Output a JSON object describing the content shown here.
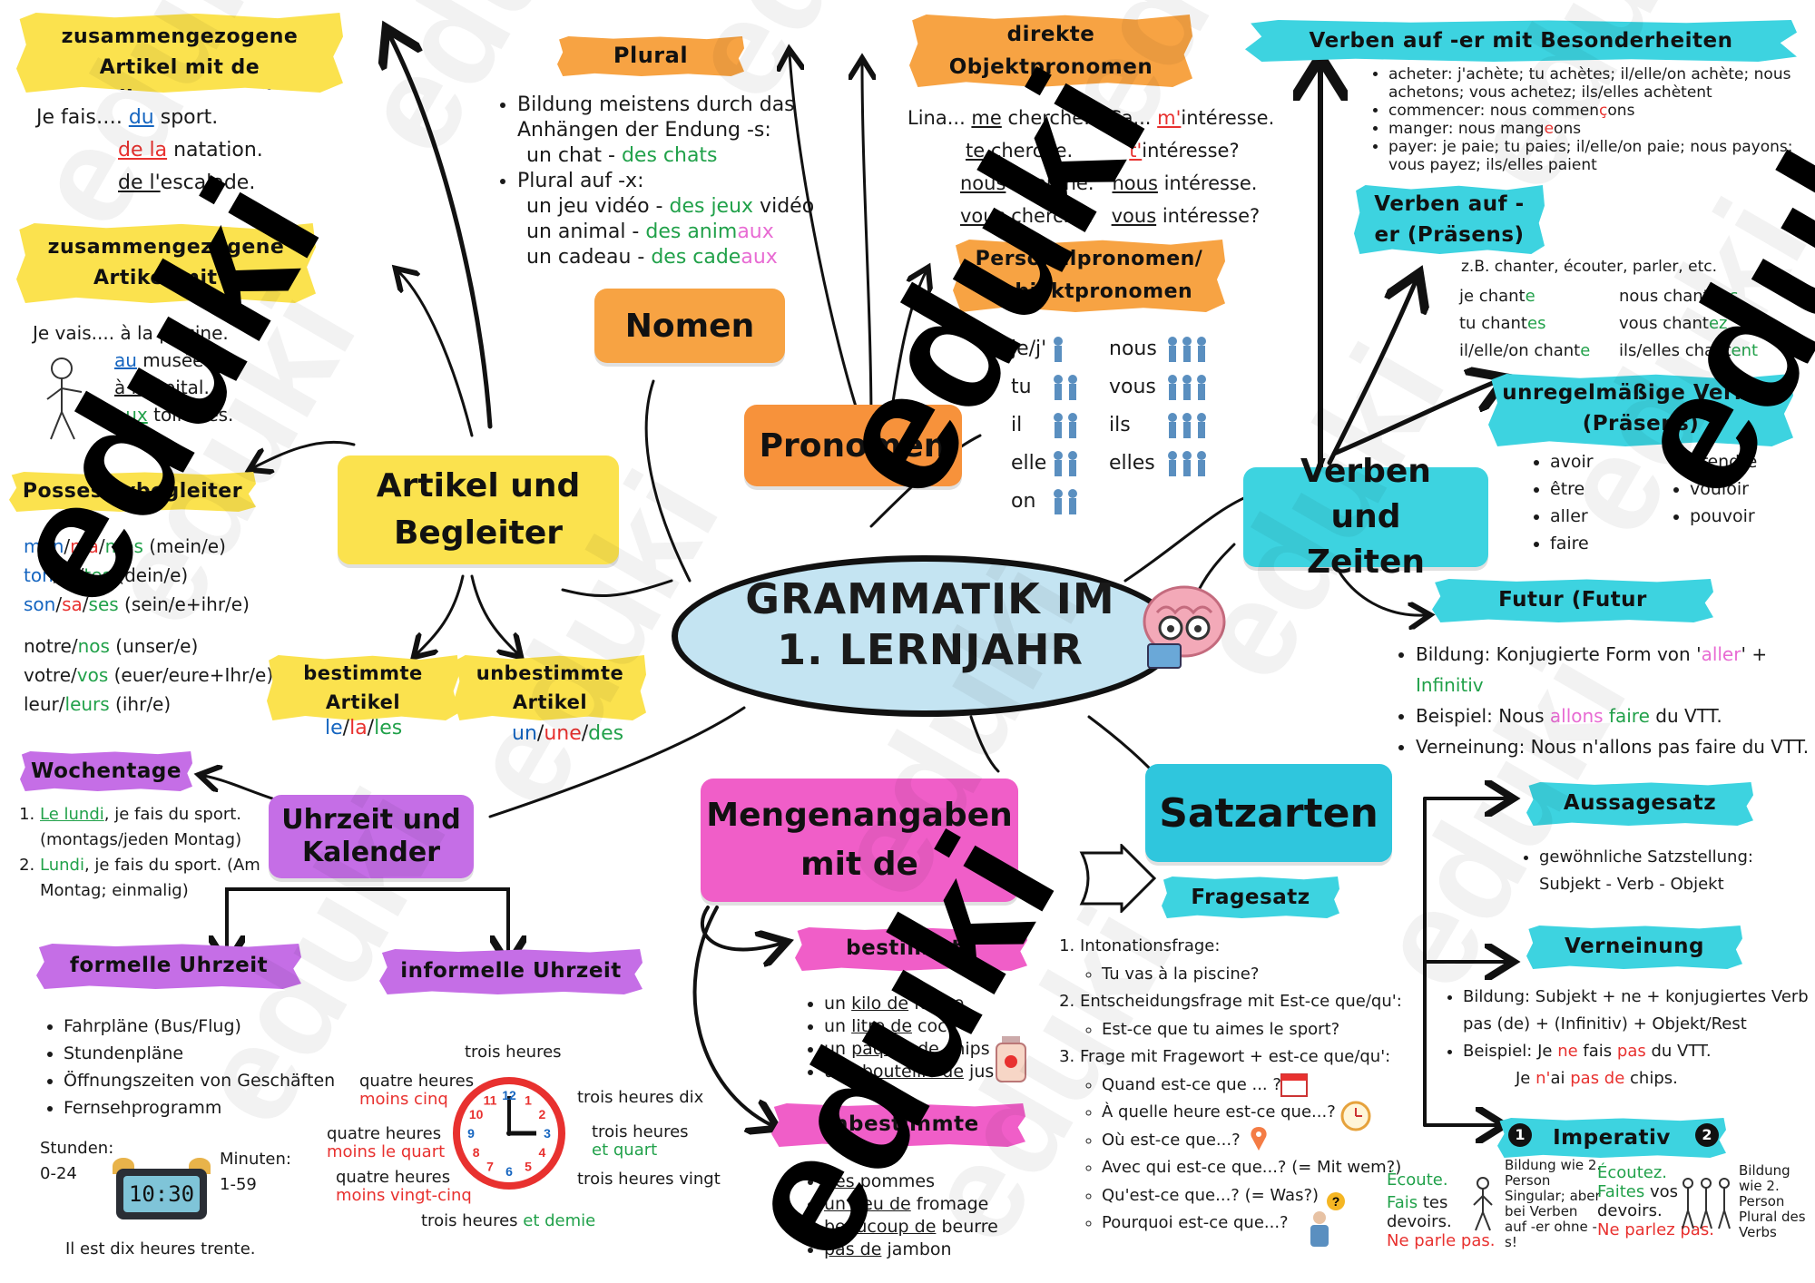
{
  "center": {
    "line1": "GRAMMATIK IM",
    "line2": "1. LERNJAHR"
  },
  "main_nodes": {
    "nomen": "Nomen",
    "pronomen": "Pronomen",
    "artikel": "Artikel und Begleiter",
    "verben": "Verben und Zeiten",
    "uhrzeit": "Uhrzeit und Kalender",
    "mengen": "Mengenangaben mit de",
    "satzarten": "Satzarten"
  },
  "teilungsartikel": {
    "title": "zusammengezogene Artikel mit de (Teilungsartikel)",
    "l1a": "Je fais…. ",
    "l1b": "du",
    "l1c": " sport.",
    "l2a": "de la",
    "l2b": " natation.",
    "l3a": "de l'",
    "l3b": "escalade."
  },
  "artikel_a": {
    "title": "zusammengezogene Artikel mit à",
    "l1": "Je vais.... à la piscine.",
    "l2": "au",
    "l2b": " musée.",
    "l3": "à l'",
    "l3b": "hôpital.",
    "l4": "aux",
    "l4b": " toilettes."
  },
  "possessiv": {
    "title": "Possessivbegleiter",
    "r1a": "mon",
    "r1b": "ma",
    "r1c": "mes",
    "r1d": " (mein/e)",
    "r2a": "ton",
    "r2b": "ta",
    "r2c": "tes",
    "r2d": " (dein/e)",
    "r3a": "son",
    "r3b": "sa",
    "r3c": "ses",
    "r3d": " (sein/e+ihr/e)",
    "r4a": "notre",
    "r4b": "nos",
    "r4c": " (unser/e)",
    "r5a": "votre",
    "r5b": "vos",
    "r5c": " (euer/eure+Ihr/e)",
    "r6a": "leur",
    "r6b": "leurs",
    "r6c": " (ihr/e)"
  },
  "bestimmte": {
    "title": "bestimmte Artikel",
    "a": "le",
    "b": "la",
    "c": "les"
  },
  "unbestimmte": {
    "title": "unbestimmte Artikel",
    "a": "un",
    "b": "une",
    "c": "des"
  },
  "plural": {
    "title": "Plural",
    "b1a": "Bildung meistens durch das",
    "b1b": "Anhängen der Endung -s:",
    "e1a": "un chat - ",
    "e1b": "des chats",
    "b2": "Plural auf -x:",
    "e2a": "un jeu vidéo - ",
    "e2b": "des jeux",
    "e2c": " vidéo",
    "e3a": "un animal - ",
    "e3b": "des anim",
    "e3c": "aux",
    "e4a": "un cadeau - ",
    "e4b": "des cade",
    "e4c": "aux"
  },
  "objekt": {
    "title": "direkte Objektpronomen",
    "r1a": "Lina... ",
    "r1b": "me",
    "r1c": " cherche.",
    "r1d": "Ça... ",
    "r1e": "m'",
    "r1f": "intéresse.",
    "r2a": "te",
    "r2b": " cherche.",
    "r2c": "t'",
    "r2d": "intéresse?",
    "r3a": "nous",
    "r3b": " cherche.",
    "r3c": "nous",
    "r3d": " intéresse.",
    "r4a": "vous",
    "r4b": " cherche.",
    "r4c": "vous",
    "r4d": " intéresse?"
  },
  "personal": {
    "title": "Personalpronomen/ Subjektpronomen",
    "left": [
      "je/j'",
      "tu",
      "il",
      "elle",
      "on"
    ],
    "right": [
      "nous",
      "vous",
      "ils",
      "elles"
    ]
  },
  "besonder": {
    "title": "Verben auf -er mit Besonderheiten (Präsens)",
    "i1": "acheter: j'achète; tu achètes; il/elle/on achète; nous achetons; vous achetez; ils/elles achètent",
    "i2a": "commencer: nous commen",
    "i2b": "ç",
    "i2c": "ons",
    "i3a": "manger: nous mang",
    "i3b": "e",
    "i3c": "ons",
    "i4": "payer: je paie; tu paies; il/elle/on paie; nous payons; vous payez; ils/elles paient"
  },
  "er_verben": {
    "title": "Verben auf -er (Präsens)",
    "ex": "z.B. chanter, écouter, parler, etc.",
    "c1": "je chant",
    "e1": "e",
    "c2": "tu chant",
    "e2": "es",
    "c3": "il/elle/on chant",
    "e3": "e",
    "c4": "nous chant",
    "e4": "ons",
    "c5": "vous chant",
    "e5": "ez",
    "c6": "ils/elles chant",
    "e6": "ent"
  },
  "unregel": {
    "title": "unregelmäßige Verben (Präsens)",
    "items_left": [
      "avoir",
      "être",
      "aller",
      "faire"
    ],
    "items_right": [
      "prendre",
      "vouloir",
      "pouvoir"
    ]
  },
  "futur": {
    "title": "Futur (Futur composé)",
    "b1a": "Bildung: Konjugierte Form von '",
    "b1b": "aller",
    "b1c": "' +",
    "b1d": "Infinitiv",
    "b2a": "Beispiel: Nous ",
    "b2b": "allons",
    "b2c": " faire",
    "b2d": " du VTT.",
    "b3": "Verneinung: Nous n'allons pas faire du VTT."
  },
  "wochentage": {
    "title": "Wochentage",
    "i1a": "Le lundi",
    "i1b": ", je fais du sport.",
    "i1c": "(montags/jeden Montag)",
    "i2a": "Lundi",
    "i2b": ", je fais du sport. (Am",
    "i2c": "Montag; einmalig)"
  },
  "formelle": {
    "title": "formelle Uhrzeit",
    "items": [
      "Fahrpläne (Bus/Flug)",
      "Stundenpläne",
      "Öffnungszeiten von Geschäften",
      "Fernsehprogramm"
    ]
  },
  "informelle": {
    "title": "informelle Uhrzeit"
  },
  "clock": {
    "top": "trois heures",
    "l1a": "quatre heures",
    "l1b": "moins cinq",
    "l2a": "quatre heures",
    "l2b": "moins le quart",
    "l3a": "quatre heures",
    "l3b": "moins vingt-cinq",
    "bottom_a": "trois heures ",
    "bottom_b": "et demie",
    "r1": "trois heures dix",
    "r2a": "trois heures",
    "r2b": "et quart",
    "r3": "trois heures vingt",
    "numbers": [
      "12",
      "1",
      "2",
      "3",
      "4",
      "5",
      "6",
      "7",
      "8",
      "9",
      "10",
      "11"
    ]
  },
  "digital": {
    "stunden": "Stunden:",
    "stunden_range": "0-24",
    "minuten": "Minuten:",
    "minuten_range": "1-59",
    "display": "10:30",
    "caption": "Il est dix heures trente."
  },
  "bestimmte_menge": {
    "title": "bestimmte Menge",
    "i1a": "un ",
    "i1b": "kilo de",
    "i1c": " farine",
    "i2a": "un ",
    "i2b": "litre de",
    "i2c": " coca",
    "i3a": "un ",
    "i3b": "paquet de",
    "i3c": " chips",
    "i4a": "une ",
    "i4b": "bouteille de",
    "i4c": " jus"
  },
  "unbestimmte_menge": {
    "title": "unbestimmte Menge",
    "i1a": "des",
    "i1b": " pommes",
    "i2a": "un peu de",
    "i2b": " fromage",
    "i3a": "beaucoup de",
    "i3b": " beurre",
    "i4a": "pas de",
    "i4b": " jambon"
  },
  "fragesatz": {
    "title": "Fragesatz",
    "h1": "Intonationsfrage:",
    "s1": "Tu vas à la piscine?",
    "h2": "Entscheidungsfrage mit Est-ce que/qu':",
    "s2": "Est-ce que tu aimes le sport?",
    "h3": "Frage mit Fragewort + est-ce que/qu':",
    "q": [
      "Quand est-ce que ... ?",
      "À quelle heure est-ce que...?",
      "Où est-ce que...?",
      "Avec qui est-ce que...? (= Mit wem?)",
      "Qu'est-ce que...? (= Was?)",
      "Pourquoi est-ce que...?"
    ]
  },
  "aussage": {
    "title": "Aussagesatz",
    "i1": "gewöhnliche Satzstellung:",
    "i2": "Subjekt - Verb - Objekt"
  },
  "verneinung": {
    "title": "Verneinung",
    "b1": "Bildung:  Subjekt + ne + konjugiertes Verb +",
    "b1b": "pas (de) + (Infinitiv) + Objekt/Rest",
    "b2a": "Beispiel:  Je ",
    "b2b": "ne",
    "b2c": " fais ",
    "b2d": "pas",
    "b2e": " du VTT.",
    "b3a": "Je ",
    "b3b": "n'",
    "b3c": "ai ",
    "b3d": "pas de",
    "b3e": " chips."
  },
  "imperativ": {
    "title": "Imperativ",
    "n1": "1",
    "n2": "2",
    "s1a": "Écoute.",
    "s1b": "Fais",
    "s1c": " tes",
    "s1d": "devoirs.",
    "s1e": "Ne parle pas.",
    "note1": "Bildung wie 2. Person Singular; aber bei Verben auf -er ohne -s!",
    "s2a": "Écoutez.",
    "s2b": "Faites",
    "s2c": " vos",
    "s2d": "devoirs.",
    "s2e": "Ne parlez pas.",
    "note2": "Bildung wie 2. Person Plural des Verbs"
  },
  "watermark": "eduki",
  "colors": {
    "yellow": "#fbe24e",
    "orange": "#f7a343",
    "cyan": "#3dd3e0",
    "magenta": "#f05ec8",
    "purple": "#c56ee6",
    "red": "#e8312f",
    "green": "#21a14a",
    "blue": "#1565c0"
  }
}
